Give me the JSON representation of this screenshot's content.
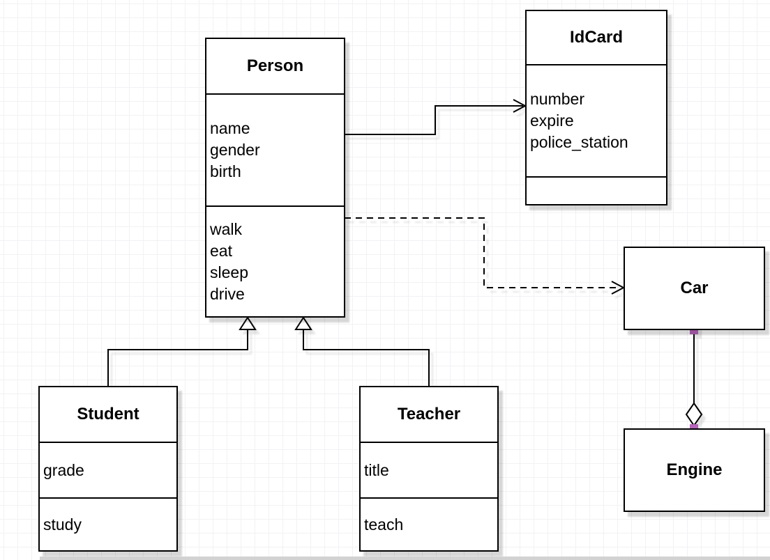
{
  "classes": {
    "person": {
      "name": "Person",
      "attributes": [
        "name",
        "gender",
        "birth"
      ],
      "methods": [
        "walk",
        "eat",
        "sleep",
        "drive"
      ]
    },
    "idcard": {
      "name": "IdCard",
      "attributes": [
        "number",
        "expire",
        "police_station"
      ],
      "methods": []
    },
    "car": {
      "name": "Car",
      "attributes": [],
      "methods": []
    },
    "engine": {
      "name": "Engine",
      "attributes": [],
      "methods": []
    },
    "student": {
      "name": "Student",
      "attributes": [
        "grade"
      ],
      "methods": [
        "study"
      ]
    },
    "teacher": {
      "name": "Teacher",
      "attributes": [
        "title"
      ],
      "methods": [
        "teach"
      ]
    }
  },
  "relationships": [
    {
      "from": "Person",
      "to": "IdCard",
      "type": "association",
      "line": "solid",
      "arrow": "open-arrow"
    },
    {
      "from": "Person",
      "to": "Car",
      "type": "dependency",
      "line": "dashed",
      "arrow": "open-arrow"
    },
    {
      "from": "Student",
      "to": "Person",
      "type": "generalization",
      "line": "solid",
      "arrow": "hollow-triangle"
    },
    {
      "from": "Teacher",
      "to": "Person",
      "type": "generalization",
      "line": "solid",
      "arrow": "hollow-triangle"
    },
    {
      "from": "Car",
      "to": "Engine",
      "type": "aggregation",
      "line": "solid",
      "arrow": "hollow-diamond",
      "endpoint_markers": "purple-squares"
    }
  ],
  "colors": {
    "shape_border": "#000000",
    "shape_fill": "#ffffff",
    "grid_line": "#f2f2f4",
    "connection_point": "#b565b9"
  }
}
